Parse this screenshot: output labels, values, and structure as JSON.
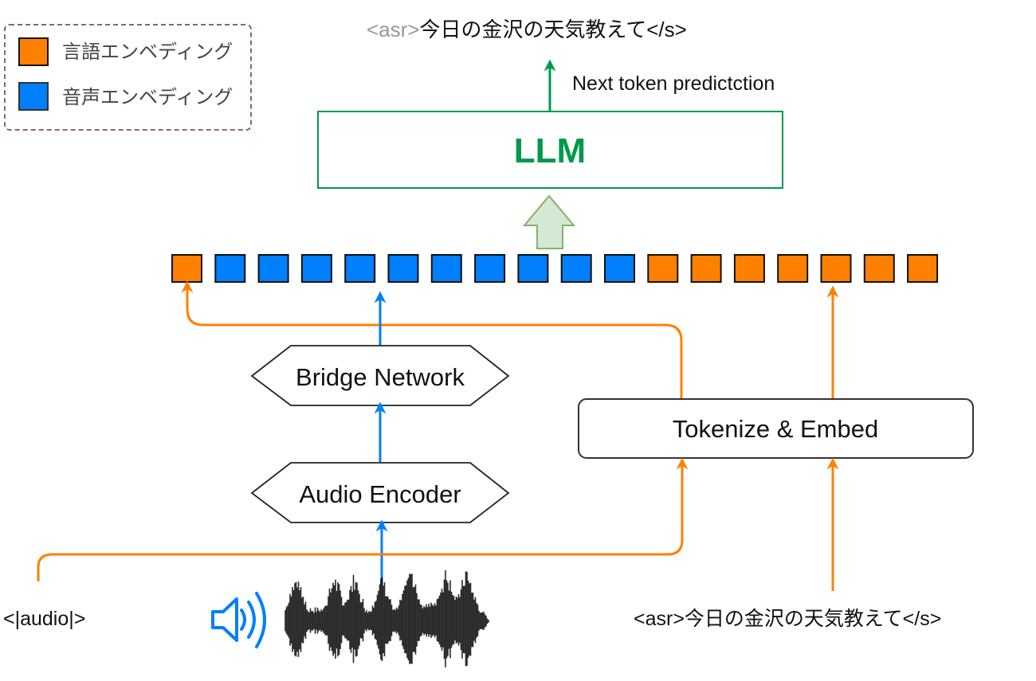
{
  "legend": {
    "items": [
      {
        "label": "言語エンベディング",
        "color": "#FF8000",
        "kind": "language"
      },
      {
        "label": "音声エンベディング",
        "color": "#007FFF",
        "kind": "audio"
      }
    ]
  },
  "output": {
    "prefix": "<asr>",
    "text": "今日の金沢の天気教えて</s>",
    "arrow_label": "Next token predictction"
  },
  "llm": {
    "label": "LLM",
    "color": "#00994C"
  },
  "embedding_sequence": {
    "tokens": [
      "language",
      "audio",
      "audio",
      "audio",
      "audio",
      "audio",
      "audio",
      "audio",
      "audio",
      "audio",
      "audio",
      "language",
      "language",
      "language",
      "language",
      "language",
      "language",
      "language"
    ]
  },
  "bridge_network": {
    "label": "Bridge Network"
  },
  "audio_encoder": {
    "label": "Audio Encoder"
  },
  "tokenize_embed": {
    "label": "Tokenize & Embed"
  },
  "inputs": {
    "audio_token": "<|audio|>",
    "audio_icon": "speaker-icon",
    "waveform": "audio-waveform",
    "text_input": "<asr>今日の金沢の天気教えて</s>"
  },
  "colors": {
    "language": "#FF8000",
    "audio": "#007FFF",
    "llm_green": "#00994C",
    "llm_arrow_fill": "#D5E8D4",
    "llm_arrow_stroke": "#82B366",
    "legend_border": "#6B2D4A"
  }
}
